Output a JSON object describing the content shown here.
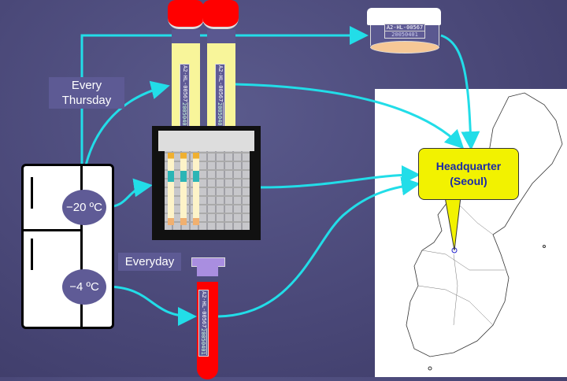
{
  "labels": {
    "every_thursday": "Every Thursday",
    "everyday": "Everyday",
    "temp_freezer": "−20 ºC",
    "temp_fridge": "−4 ºC",
    "headquarter_line1": "Headquarter",
    "headquarter_line2": "(Seoul)"
  },
  "sample_label": {
    "id": "A2-HL-00567",
    "date": "20050401"
  },
  "colors": {
    "arrow": "#22dde8",
    "callout": "#f2f200",
    "blood": "#ff0000",
    "serum_tube": "#f8f59a"
  }
}
